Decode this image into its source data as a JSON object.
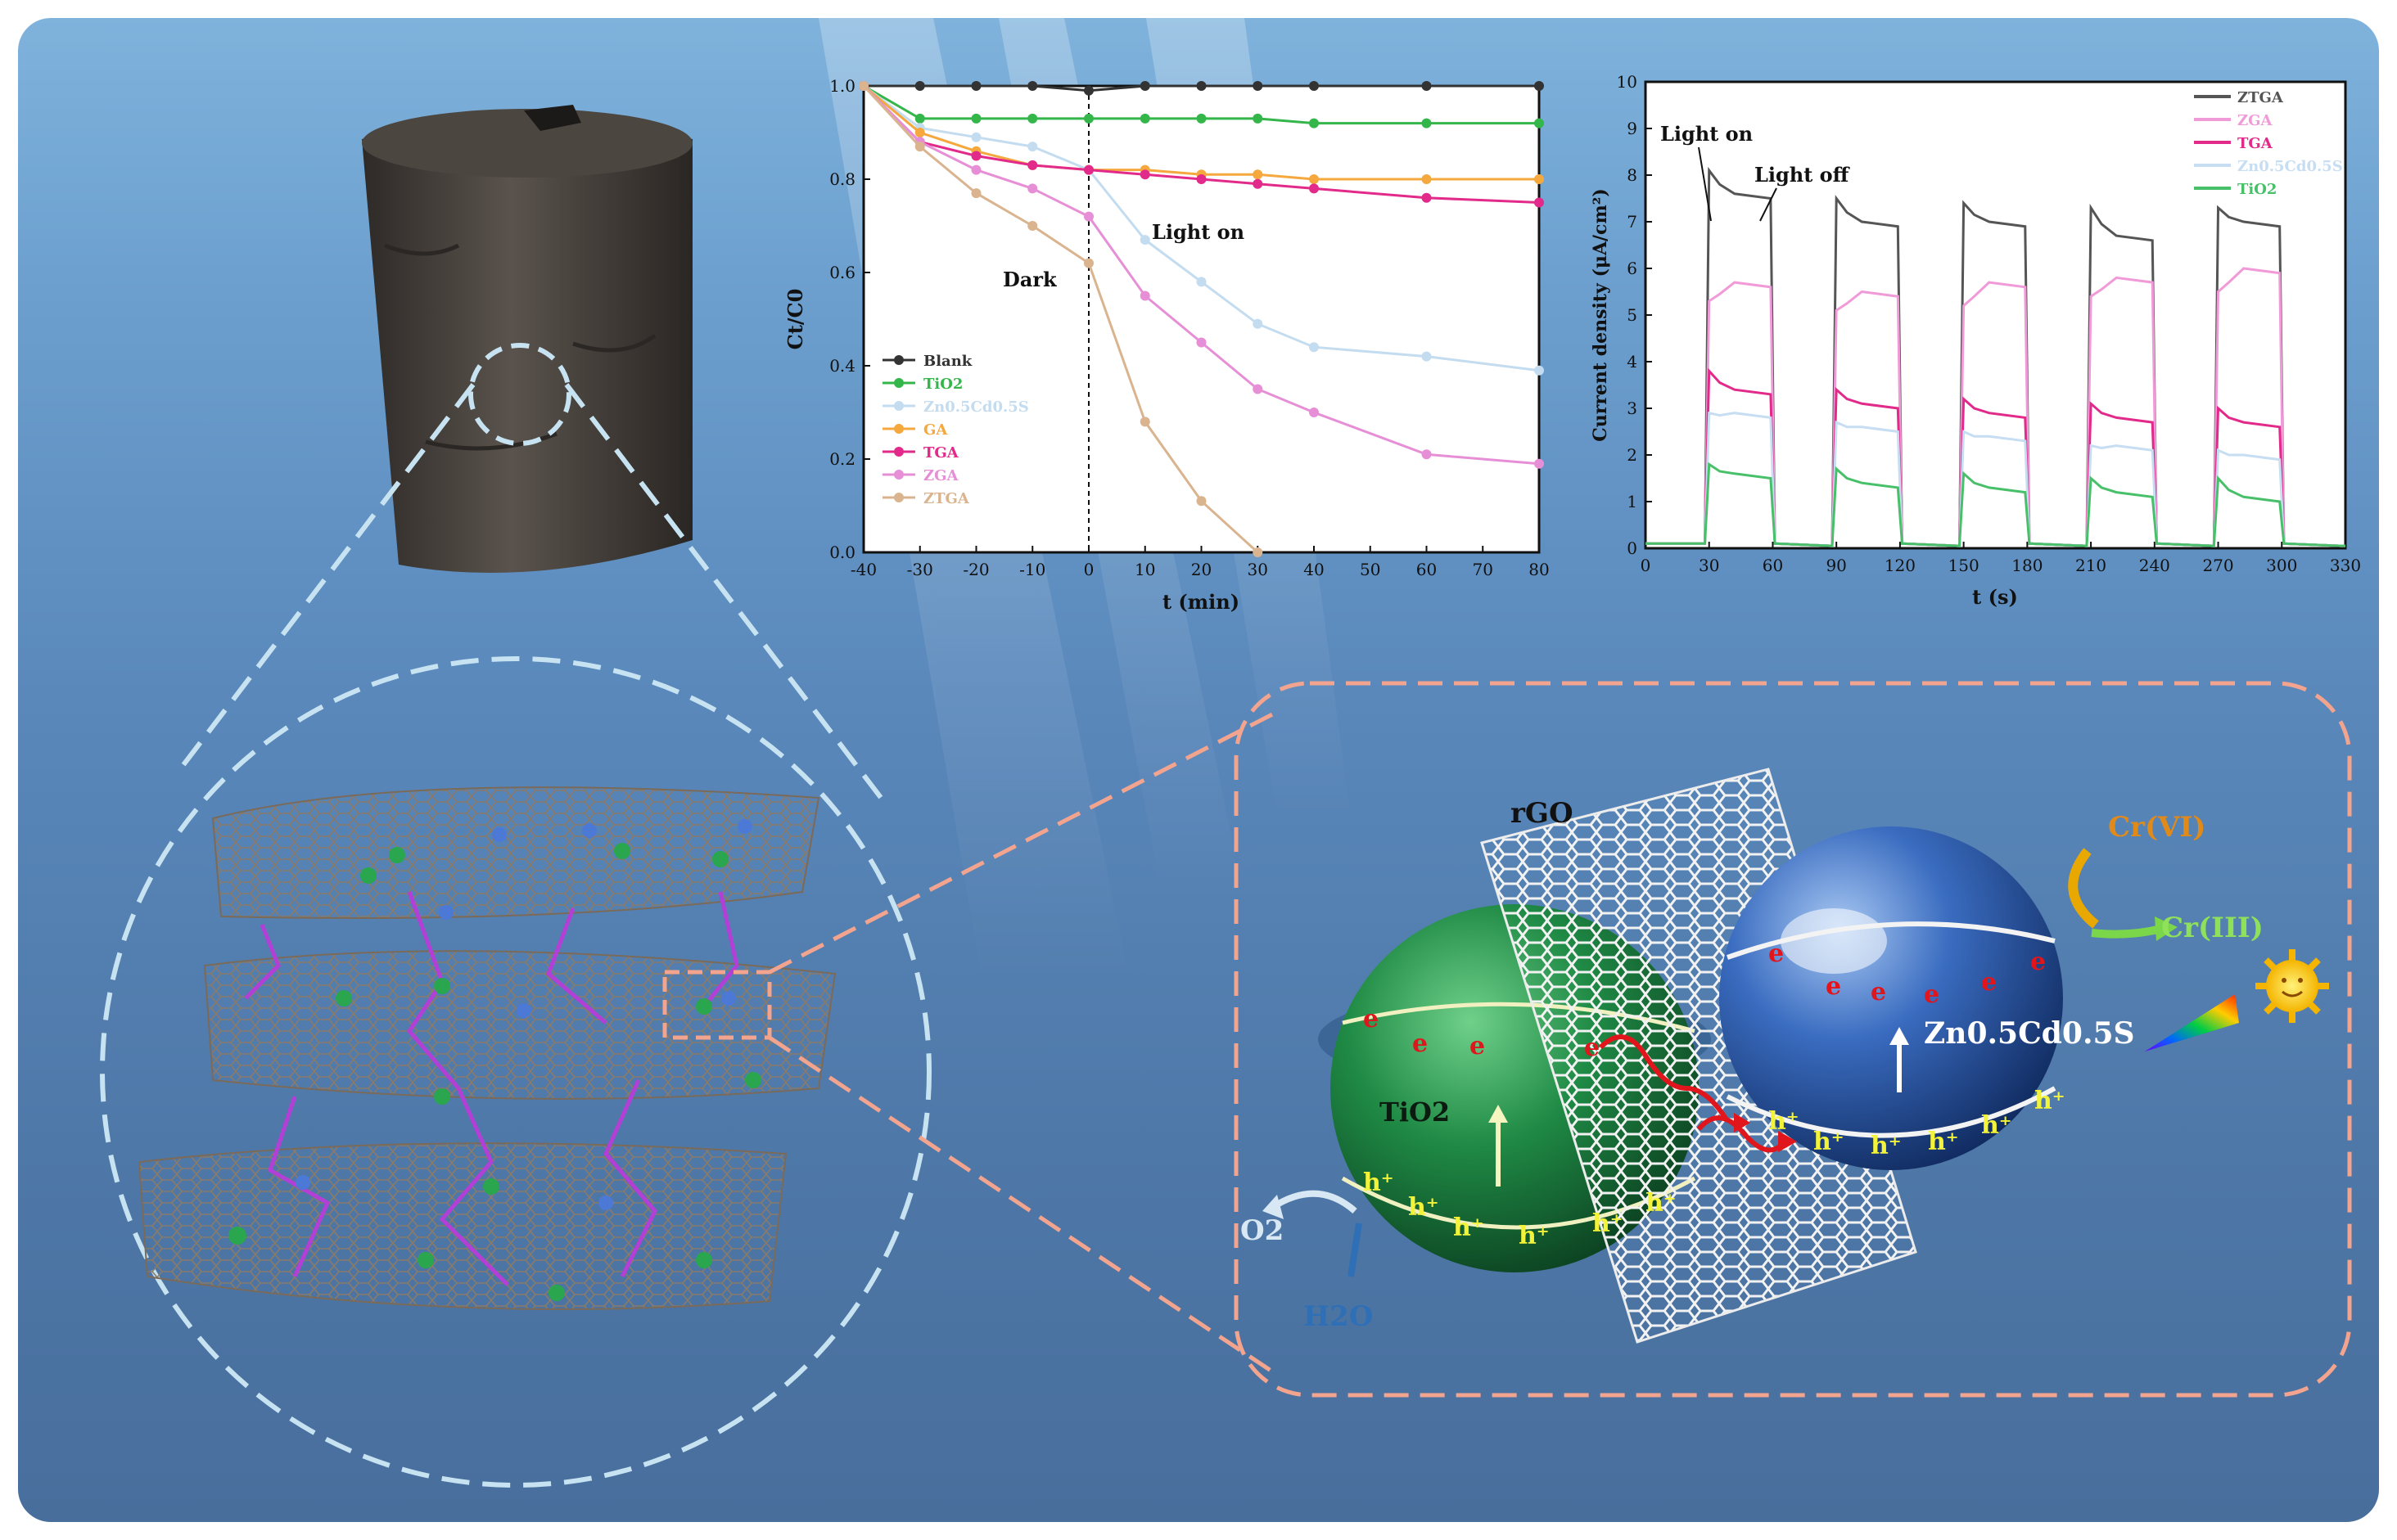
{
  "charts": [
    {
      "type": "line",
      "xlabel": "t (min)",
      "ylabel": "Ct/C0",
      "xlim": [
        -40,
        80
      ],
      "ylim": [
        0.0,
        1.0
      ],
      "xticks": [
        "-40",
        "-30",
        "-20",
        "-10",
        "0",
        "10",
        "20",
        "30",
        "40",
        "50",
        "60",
        "70",
        "80"
      ],
      "yticks": [
        "0.0",
        "0.2",
        "0.4",
        "0.6",
        "0.8",
        "1.0"
      ],
      "annotations": {
        "dark": "Dark",
        "light_on": "Light on"
      },
      "legend_position": "bottom-left",
      "series": [
        {
          "name": "Blank",
          "color": "#333333",
          "x": [
            -40,
            -30,
            -20,
            -10,
            0,
            10,
            20,
            30,
            40,
            60,
            80
          ],
          "y": [
            1.0,
            1.0,
            1.0,
            1.0,
            0.99,
            1.0,
            1.0,
            1.0,
            1.0,
            1.0,
            1.0
          ]
        },
        {
          "name": "TiO2",
          "color": "#35b64a",
          "x": [
            -40,
            -30,
            -20,
            -10,
            0,
            10,
            20,
            30,
            40,
            60,
            80
          ],
          "y": [
            1.0,
            0.93,
            0.93,
            0.93,
            0.93,
            0.93,
            0.93,
            0.93,
            0.92,
            0.92,
            0.92
          ]
        },
        {
          "name": "Zn0.5Cd0.5S",
          "color": "#c3dcef",
          "x": [
            -40,
            -30,
            -20,
            -10,
            0,
            10,
            20,
            30,
            40,
            60,
            80
          ],
          "y": [
            1.0,
            0.91,
            0.89,
            0.87,
            0.82,
            0.67,
            0.58,
            0.49,
            0.44,
            0.42,
            0.39
          ]
        },
        {
          "name": "GA",
          "color": "#f4a83e",
          "x": [
            -40,
            -30,
            -20,
            -10,
            0,
            10,
            20,
            30,
            40,
            60,
            80
          ],
          "y": [
            1.0,
            0.9,
            0.86,
            0.83,
            0.82,
            0.82,
            0.81,
            0.81,
            0.8,
            0.8,
            0.8
          ]
        },
        {
          "name": "TGA",
          "color": "#e22a8a",
          "x": [
            -40,
            -30,
            -20,
            -10,
            0,
            10,
            20,
            30,
            40,
            60,
            80
          ],
          "y": [
            1.0,
            0.88,
            0.85,
            0.83,
            0.82,
            0.81,
            0.8,
            0.79,
            0.78,
            0.76,
            0.75
          ]
        },
        {
          "name": "ZGA",
          "color": "#e78fd6",
          "x": [
            -40,
            -30,
            -20,
            -10,
            0,
            10,
            20,
            30,
            40,
            60,
            80
          ],
          "y": [
            1.0,
            0.88,
            0.82,
            0.78,
            0.72,
            0.55,
            0.45,
            0.35,
            0.3,
            0.21,
            0.19
          ]
        },
        {
          "name": "ZTGA",
          "color": "#d9b48f",
          "x": [
            -40,
            -30,
            -20,
            -10,
            0,
            10,
            20,
            30
          ],
          "y": [
            1.0,
            0.87,
            0.77,
            0.7,
            0.62,
            0.28,
            0.11,
            0.0
          ]
        }
      ]
    },
    {
      "type": "line",
      "xlabel": "t (s)",
      "ylabel": "Current density (μA/cm²)",
      "xlim": [
        0,
        330
      ],
      "ylim": [
        0,
        10
      ],
      "xticks": [
        "0",
        "30",
        "60",
        "90",
        "120",
        "150",
        "180",
        "210",
        "240",
        "270",
        "300",
        "330"
      ],
      "yticks": [
        "0",
        "1",
        "2",
        "3",
        "4",
        "5",
        "6",
        "7",
        "8",
        "9",
        "10"
      ],
      "annotations": {
        "light_on": "Light on",
        "light_off": "Light off"
      },
      "legend_position": "top-right",
      "series": [
        {
          "name": "ZTGA",
          "color": "#555555",
          "on": [
            8.1,
            7.5,
            7.4,
            7.3,
            7.3
          ],
          "plateau": [
            7.5,
            6.9,
            6.9,
            6.6,
            6.9
          ]
        },
        {
          "name": "ZGA",
          "color": "#f09ad8",
          "on": [
            5.3,
            5.1,
            5.2,
            5.4,
            5.5
          ],
          "plateau": [
            5.6,
            5.4,
            5.6,
            5.7,
            5.9
          ]
        },
        {
          "name": "TGA",
          "color": "#e22a8a",
          "on": [
            3.8,
            3.4,
            3.2,
            3.1,
            3.0
          ],
          "plateau": [
            3.3,
            3.0,
            2.8,
            2.7,
            2.6
          ]
        },
        {
          "name": "Zn0.5Cd0.5S",
          "color": "#c6ddf2",
          "on": [
            2.9,
            2.7,
            2.5,
            2.2,
            2.1
          ],
          "plateau": [
            2.8,
            2.5,
            2.3,
            2.1,
            1.9
          ]
        },
        {
          "name": "TiO2",
          "color": "#48c06a",
          "on": [
            1.8,
            1.7,
            1.6,
            1.5,
            1.5
          ],
          "plateau": [
            1.5,
            1.3,
            1.2,
            1.1,
            1.0
          ]
        }
      ],
      "light_on_times": [
        30,
        90,
        150,
        210,
        270
      ],
      "light_off_times": [
        60,
        120,
        180,
        240,
        300
      ]
    }
  ],
  "diagram": {
    "rgo_label": "rGO",
    "cr6_label": "Cr(VI)",
    "cr3_label": "Cr(III)",
    "o2_label": "O2",
    "h2o_label": "H2O",
    "tio2_label": "TiO2",
    "zcs_label": "Zn0.5Cd0.5S",
    "electron": "e",
    "hole": "h⁺"
  },
  "colors": {
    "tio2_sphere": "#1e7a3c",
    "zcs_sphere": "#1f4f99",
    "callout_dash": "#f3a48e",
    "circle_dash": "#c7e3f2",
    "hole_text": "#f3f33a",
    "electron_text": "#e0161c"
  }
}
